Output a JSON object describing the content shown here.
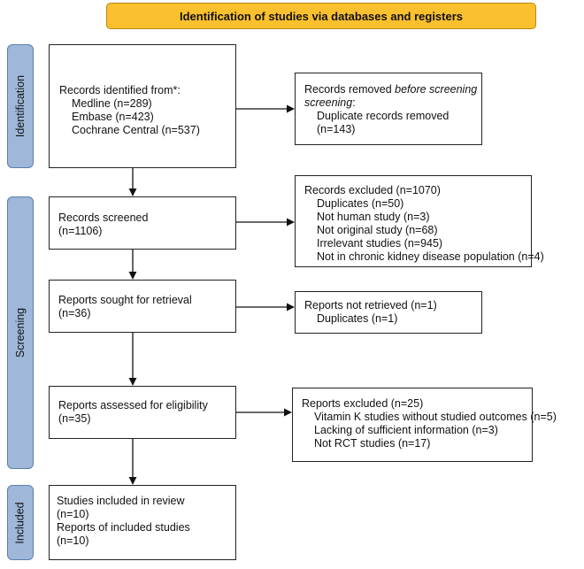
{
  "header": {
    "title": "Identification of studies via databases and registers"
  },
  "phases": {
    "identification": "Identification",
    "screening": "Screening",
    "included": "Included"
  },
  "identified": {
    "title": "Records identified from*:",
    "items": [
      "Medline (n=289)",
      "Embase (n=423)",
      "Cochrane Central (n=537)"
    ]
  },
  "removed": {
    "title_prefix": "Records removed ",
    "title_italic": "before screening",
    "title_suffix": ":",
    "items": [
      "Duplicate records removed",
      "(n=143)"
    ]
  },
  "screened": {
    "title": "Records screened",
    "count": "(n=1106)"
  },
  "excluded": {
    "title": "Records excluded (n=1070)",
    "items": [
      "Duplicates (n=50)",
      "Not human study (n=3)",
      "Not original study (n=68)",
      "Irrelevant studies (n=945)",
      "Not in chronic kidney disease population (n=4)"
    ]
  },
  "sought": {
    "title": "Reports sought for retrieval",
    "count": "(n=36)"
  },
  "not_retrieved": {
    "title": "Reports not retrieved (n=1)",
    "items": [
      "Duplicates (n=1)"
    ]
  },
  "assessed": {
    "title": "Reports assessed for eligibility",
    "count": "(n=35)"
  },
  "reports_excluded": {
    "title": "Reports excluded (n=25)",
    "items": [
      "Vitamin K studies without studied outcomes (n=5)",
      "Lacking of sufficient information (n=3)",
      "Not RCT studies (n=17)"
    ]
  },
  "included_box": {
    "lines": [
      "Studies included in review",
      "(n=10)",
      "Reports of included studies",
      "(n=10)"
    ]
  }
}
